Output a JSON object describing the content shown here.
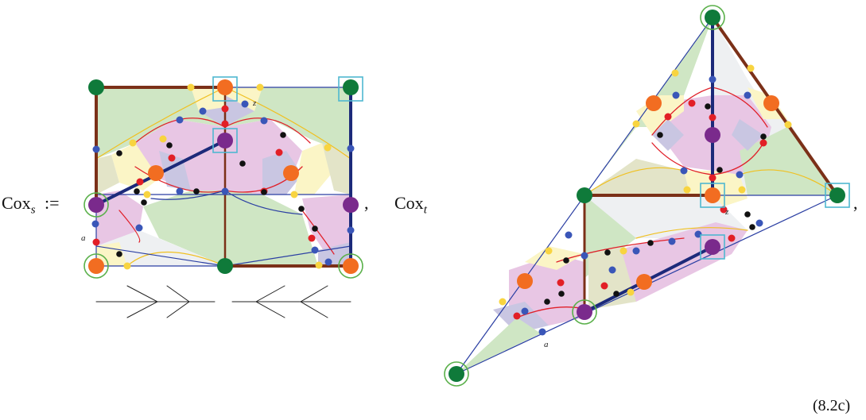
{
  "labels": {
    "cox_s_base": "Cox",
    "cox_s_sub": "s",
    "assign_symbol": ":=",
    "comma": ",",
    "cox_t_base": "Cox",
    "cox_t_sub": "t",
    "equation_number": "(8.2c)"
  },
  "vertex_labels": {
    "left_z": "z",
    "left_a": "a",
    "right_z": "z",
    "right_a": "a"
  },
  "colors": {
    "frame_brown": "#7b3018",
    "frame_navy": "#1c2a7a",
    "edge_blue": "#2b3fa3",
    "edge_red": "#e0202a",
    "edge_yellow": "#f0c020",
    "region_green": "#cfe6c4",
    "region_pink": "#e8c6e4",
    "region_lavender": "#c9c6e2",
    "region_yellow": "#fbf5c6",
    "region_olive": "#e3e4c8",
    "region_gray": "#eef0f2",
    "vertex_green": "#0f7a3a",
    "vertex_orange": "#f26d21",
    "vertex_purple": "#7a2a8c",
    "dot_blue": "#3a56b8",
    "dot_red": "#e21f26",
    "dot_yellow": "#f8d440",
    "dot_black": "#111111",
    "ring_green": "#5ab04a",
    "box_cyan": "#4fb8d0"
  }
}
